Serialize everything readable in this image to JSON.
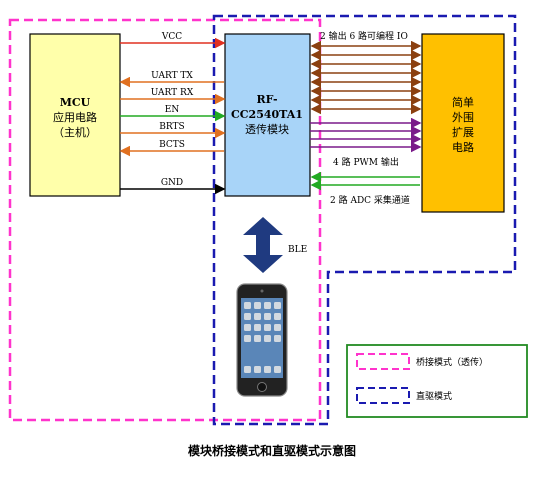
{
  "caption": "模块桥接模式和直驱模式示意图",
  "blocks": {
    "mcu": {
      "lines": [
        "MCU",
        "应用电路",
        "（主机）"
      ],
      "fill": "#FFFFAA"
    },
    "module": {
      "lines": [
        "RF-",
        "CC2540TA1",
        "透传模块"
      ],
      "fill": "#A8D4F8"
    },
    "periph": {
      "lines": [
        "简单",
        "外围",
        "扩展",
        "电路"
      ],
      "fill": "#FFC000"
    }
  },
  "signals": {
    "vcc": "VCC",
    "uart_tx": "UART TX",
    "uart_rx": "UART RX",
    "en": "EN",
    "brts": "BRTS",
    "bcts": "BCTS",
    "gnd": "GND"
  },
  "right_labels": {
    "io": "2 输出 6 路可编程 IO",
    "pwm": "4 路 PWM 输出",
    "adc": "2 路 ADC 采集通道"
  },
  "ble_label": "BLE",
  "legend": {
    "bridge": "桥接模式（透传）",
    "direct": "直驱模式"
  },
  "colors": {
    "bridge": "#FF33CC",
    "direct": "#1A1AB0",
    "legend_border": "#228B22",
    "red": "#E03020",
    "orange": "#E07020",
    "green": "#22AA22",
    "black": "#000000",
    "purple": "#7A1A8A",
    "brown": "#8B4010",
    "ble_arrow": "#1F3A80"
  }
}
